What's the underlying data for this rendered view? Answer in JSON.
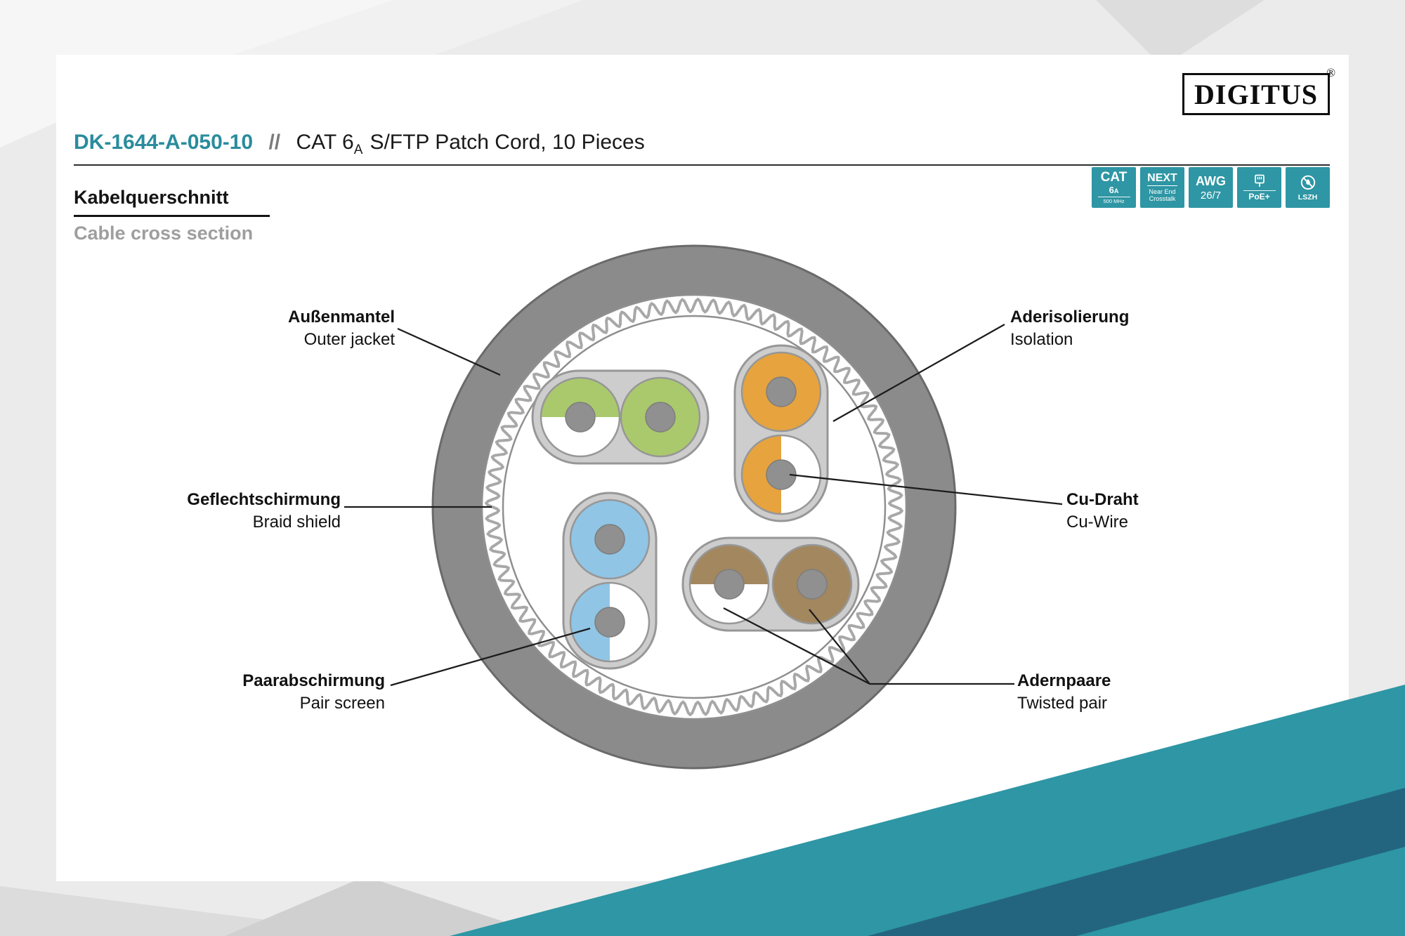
{
  "header": {
    "product_code": "DK-1644-A-050-10",
    "separator": "//",
    "title_main": "CAT 6",
    "title_sub": "A",
    "title_rest": "S/FTP Patch Cord, 10 Pieces",
    "logo_text": "DIGITUS",
    "logo_registered": "®"
  },
  "section": {
    "heading_de": "Kabelquerschnitt",
    "heading_en": "Cable cross section"
  },
  "badges": {
    "cat": {
      "line1": "CAT",
      "line2_main": "6",
      "line2_sub": "A",
      "line3": "500 MHz"
    },
    "next": {
      "line1": "NEXT",
      "line2": "Near End",
      "line3": "Crosstalk"
    },
    "awg": {
      "line1": "AWG",
      "line2": "26/7"
    },
    "poe": {
      "label": "PoE+"
    },
    "lszh": {
      "label": "LSZH"
    }
  },
  "diagram": {
    "labels": {
      "outer_jacket": {
        "de": "Außenmantel",
        "en": "Outer jacket"
      },
      "braid_shield": {
        "de": "Geflechtschirmung",
        "en": "Braid shield"
      },
      "pair_screen": {
        "de": "Paarabschirmung",
        "en": "Pair screen"
      },
      "isolation": {
        "de": "Aderisolierung",
        "en": "Isolation"
      },
      "cu_wire": {
        "de": "Cu-Draht",
        "en": "Cu-Wire"
      },
      "twisted_pair": {
        "de": "Adernpaare",
        "en": "Twisted pair"
      }
    },
    "colors": {
      "jacket": "#8b8b8b",
      "braid": "#a8a8a8",
      "pair_screen": "#cdcdcd",
      "green": "#aac96c",
      "orange": "#e7a33d",
      "blue": "#90c5e5",
      "brown": "#a3875f",
      "cu": "#909090"
    }
  },
  "theme": {
    "brand_teal": "#2e96a4",
    "dark_teal": "#23657f",
    "title_teal": "#2a8c9c"
  }
}
